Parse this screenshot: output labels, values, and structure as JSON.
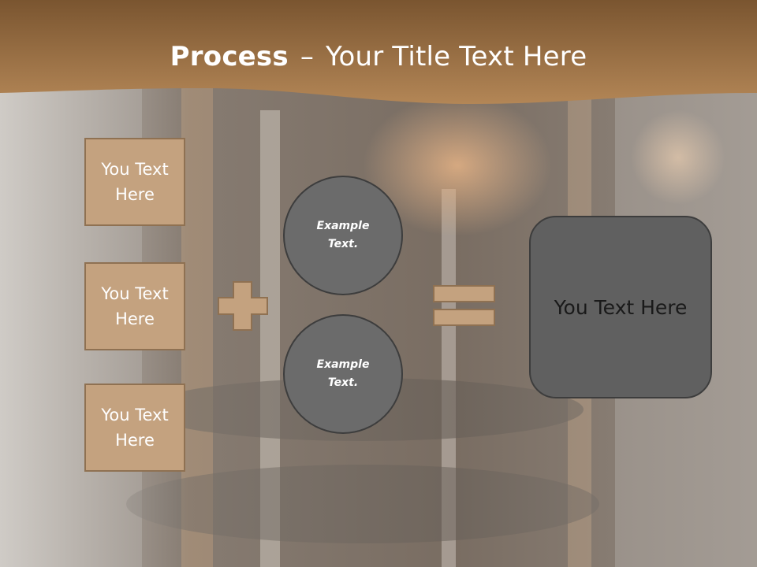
{
  "title": {
    "bold": "Process",
    "dash": "–",
    "rest": "Your Title Text Here"
  },
  "boxes": [
    {
      "label": "You Text Here"
    },
    {
      "label": "You Text Here"
    },
    {
      "label": "You Text Here"
    }
  ],
  "circles": [
    {
      "label": "Example Text."
    },
    {
      "label": "Example Text."
    }
  ],
  "result": {
    "label": "You Text Here"
  },
  "operators": {
    "plus": "plus-sign",
    "equals": "equals-sign"
  },
  "colors": {
    "header": "#9b7246",
    "box_fill": "#c4a27f",
    "box_border": "#8f7152",
    "circle_fill": "#6b6b6b",
    "result_fill": "#606060"
  }
}
